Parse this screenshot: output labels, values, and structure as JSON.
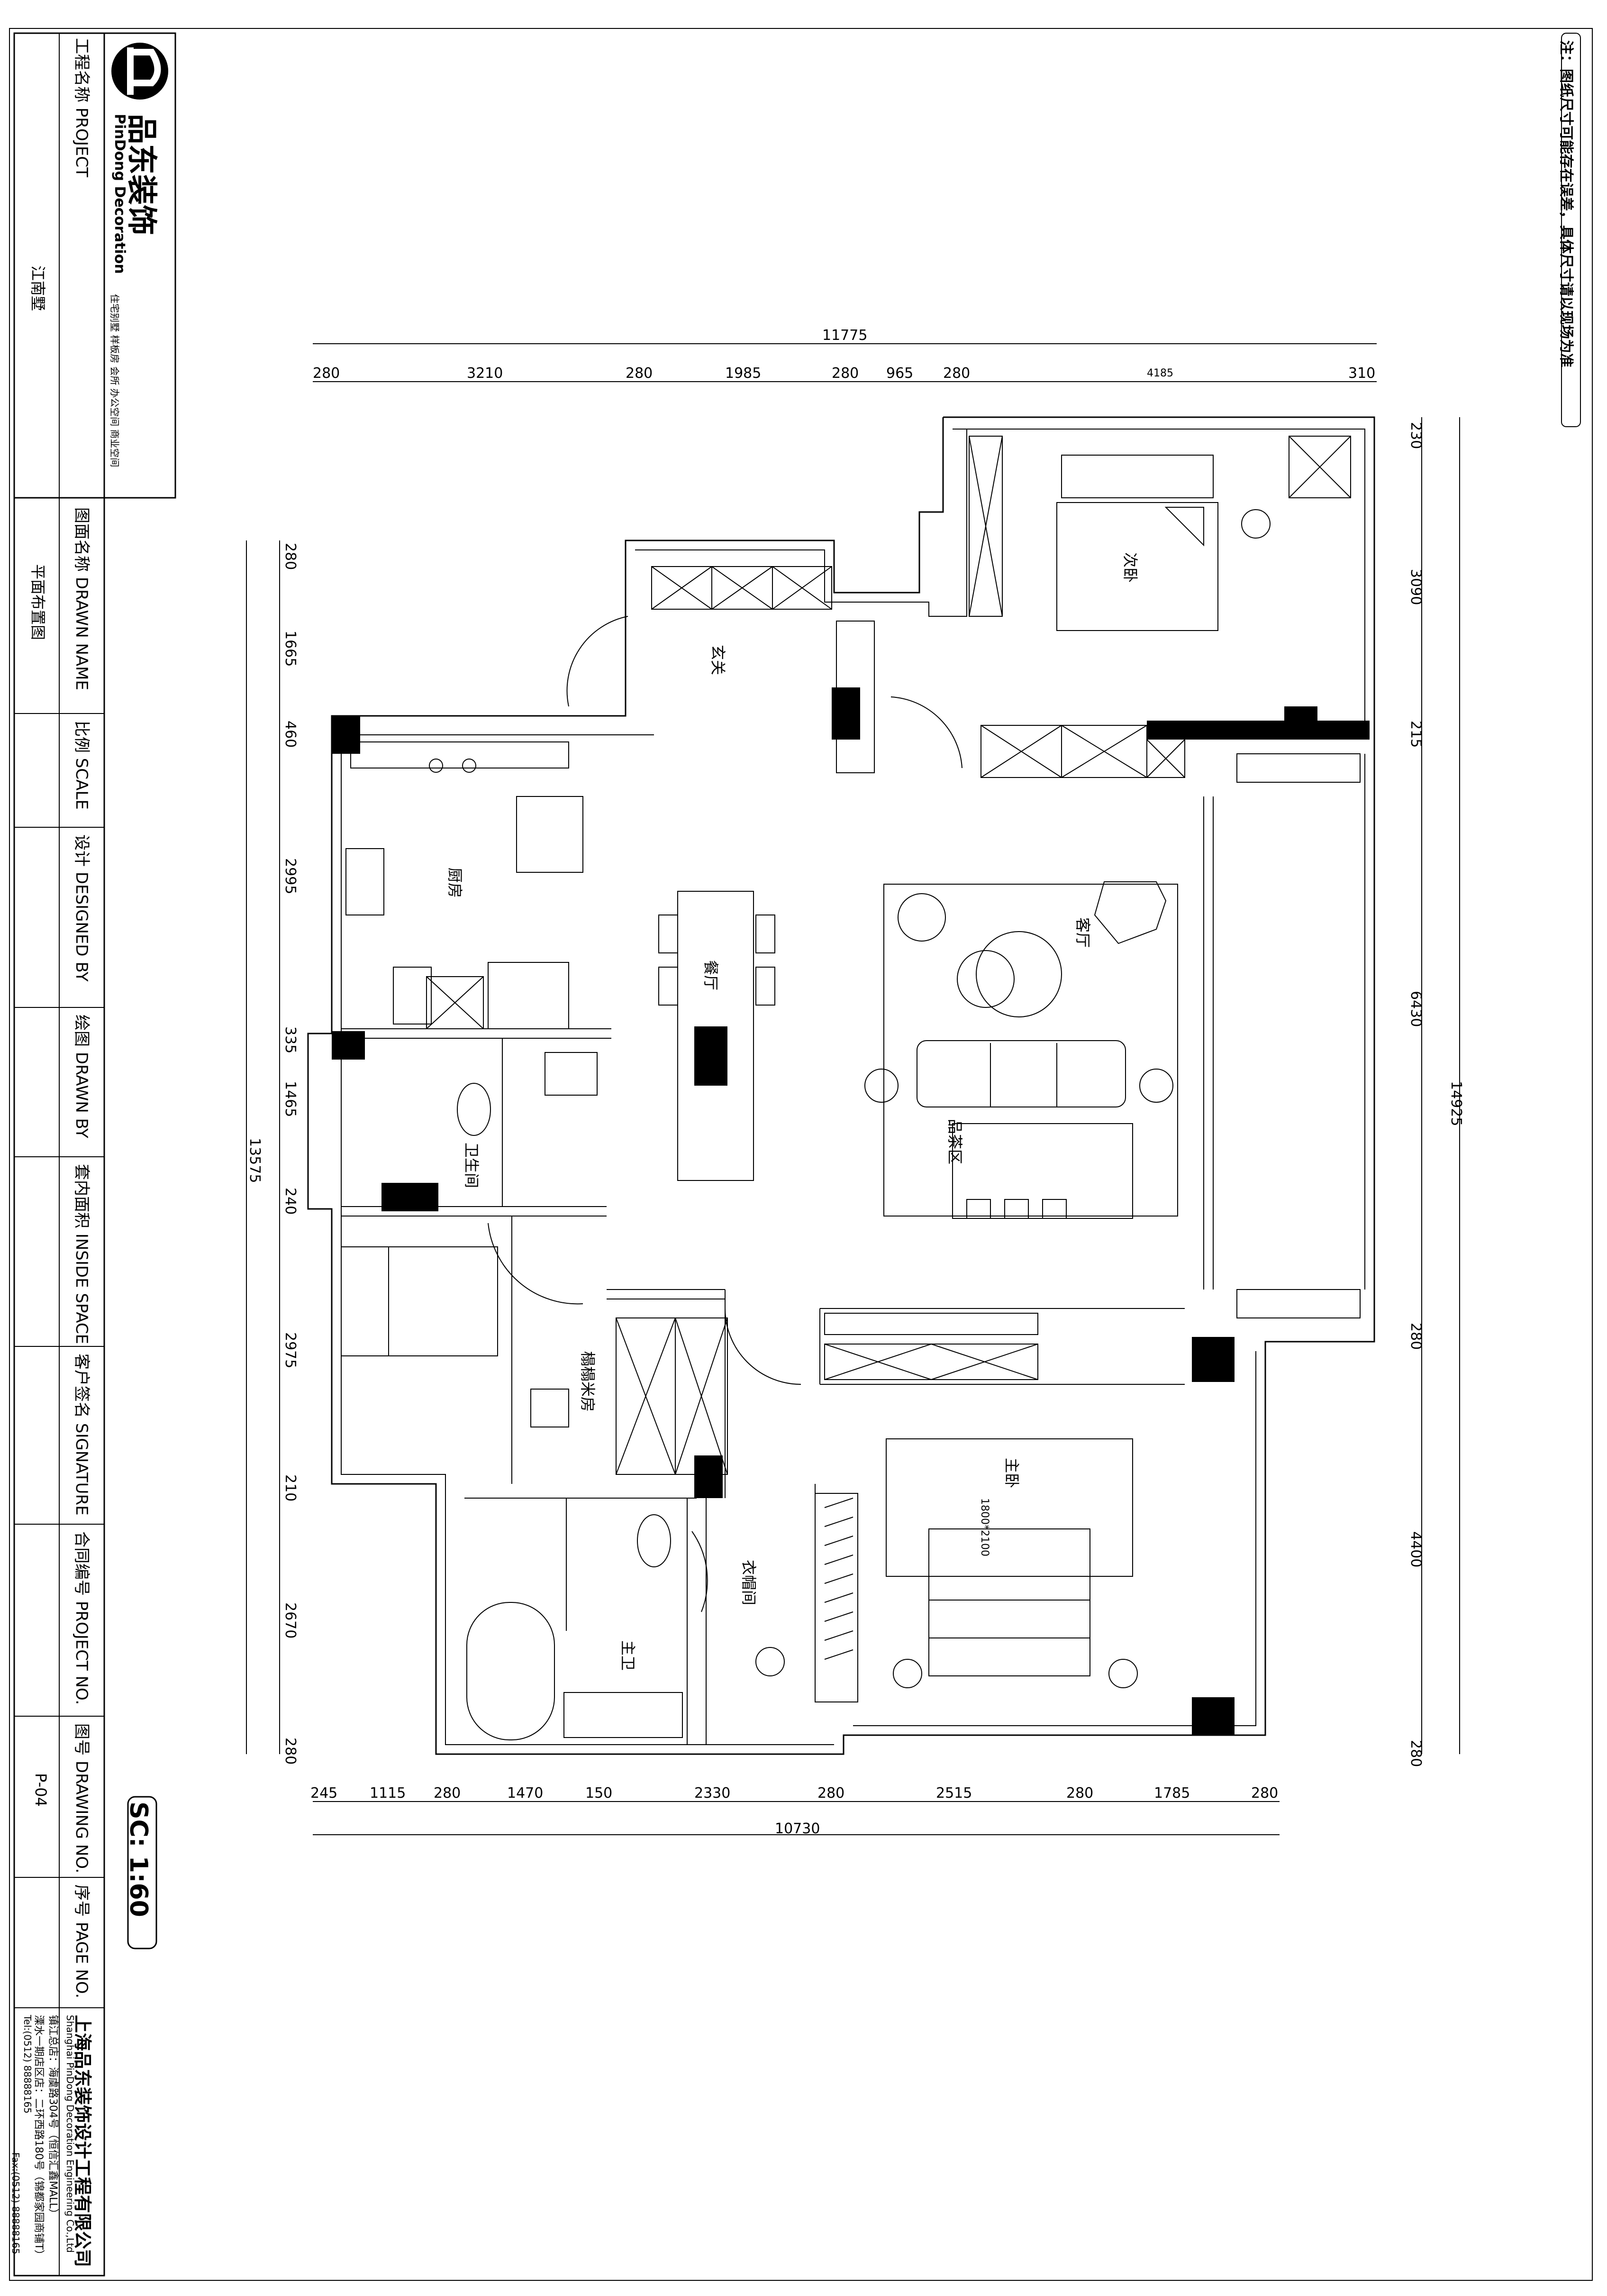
{
  "note": "注：图纸尺寸可能存在误差，具体尺寸请以现场为准",
  "company": {
    "logo_cn": "品东装饰",
    "logo_en": "PinDong Decoration",
    "services": "住宅别墅 样板房 会所 办公空间 商业空间",
    "name_cn": "上海品东装饰设计工程有限公司",
    "name_en": "Shanghai PinDong Decoration Engineering Co.,Ltd",
    "address1": "镇江总店：海虞路304号（恒信汇鑫MALL）",
    "address2": "溧水一期店区店：二环西路180号（锦都家园商铺T）",
    "tel1": "Tel:(0512) 88888165",
    "tel2": "Fax:(0512) 88888165"
  },
  "title_block": {
    "project_label": "工程名称  PROJECT",
    "project_value": "江南墅",
    "drawn_name_label": "图面名称  DRAWN  NAME",
    "drawn_name_value": "平面布置图",
    "scale_label": "比例  SCALE",
    "designed_label": "设计  DESIGNED  BY",
    "drawn_by_label": "绘图  DRAWN  BY",
    "inside_space_label": "套内面积  INSIDE  SPACE",
    "signature_label": "客户签名  SIGNATURE",
    "project_no_label": "合同编号  PROJECT  NO.",
    "drawing_no_label": "图号  DRAWING  NO.",
    "drawing_no_value": "P-04",
    "page_no_label": "序号  PAGE  NO."
  },
  "scale_badge": "SC: 1:60",
  "rooms": {
    "second_bedroom": "次卧",
    "foyer": "玄关",
    "kitchen": "厨房",
    "dining": "餐厅",
    "living": "客厅",
    "tea": "品茶区",
    "bathroom": "卫生间",
    "tatami": "榻榻米房",
    "master_bedroom": "主卧",
    "bed_size": "1800*2100",
    "walk_in": "衣帽间",
    "master_bath": "主卫"
  },
  "dimensions": {
    "top_total": "11775",
    "top": [
      "280",
      "3210",
      "280",
      "1985",
      "280",
      "965",
      "280",
      "4185",
      "310"
    ],
    "bottom_total": "10730",
    "bottom": [
      "245",
      "1115",
      "280",
      "1470",
      "150",
      "2330",
      "280",
      "2515",
      "280",
      "1785",
      "280"
    ],
    "left_total": "13575",
    "left": [
      "280",
      "1665",
      "460",
      "2995",
      "335",
      "1465",
      "240",
      "2975",
      "210",
      "2670",
      "280"
    ],
    "right_total": "14925",
    "right": [
      "230",
      "3090",
      "215",
      "6430",
      "280",
      "4400",
      "280"
    ]
  }
}
